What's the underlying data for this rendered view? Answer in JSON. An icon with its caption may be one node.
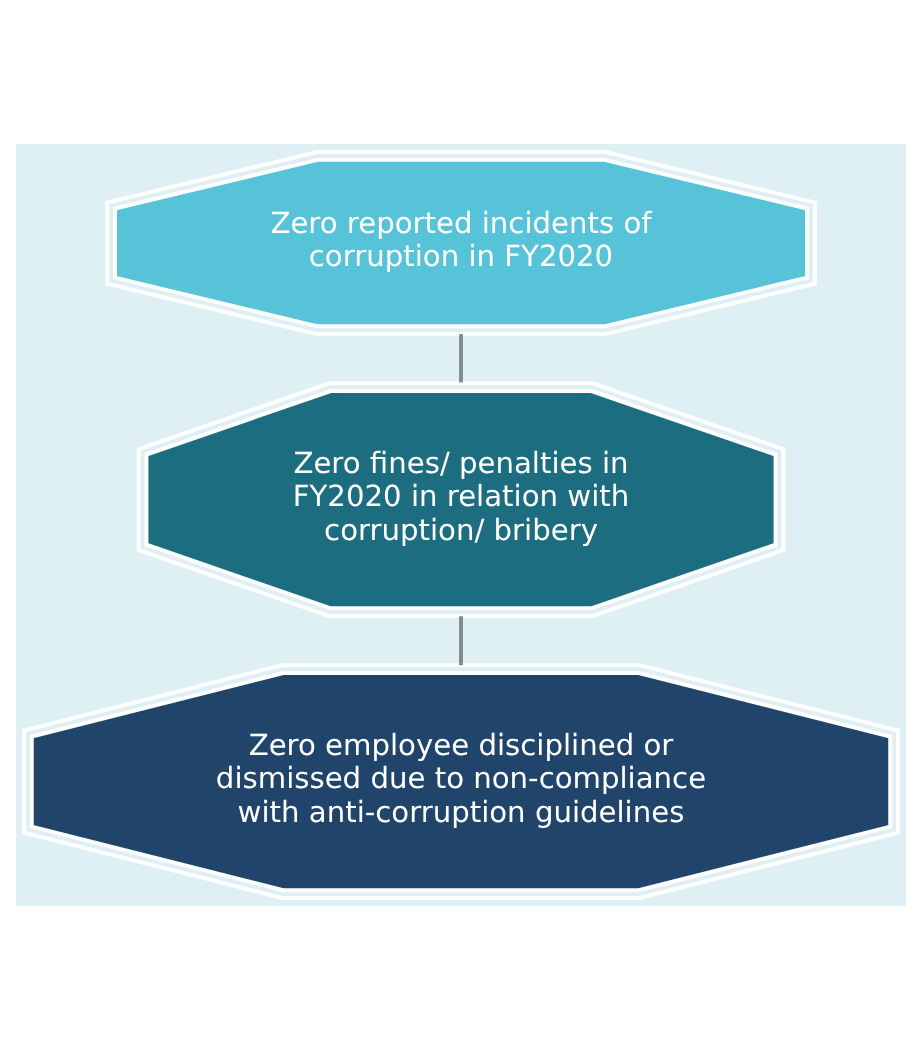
{
  "diagram": {
    "nodes": [
      {
        "text": [
          "Zero reported incidents of corruption in FY2020"
        ]
      },
      {
        "text": [
          "Zero fines/ penalties in FY2020 in relation with corruption/ bribery"
        ]
      },
      {
        "text": [
          "Zero employee disciplined or dismissed due to non-compliance with anti-corruption guidelines"
        ]
      }
    ],
    "edges": [
      {
        "from": 0,
        "to": 1,
        "arrow": "none"
      },
      {
        "from": 1,
        "to": 2,
        "arrow": "none"
      }
    ]
  }
}
